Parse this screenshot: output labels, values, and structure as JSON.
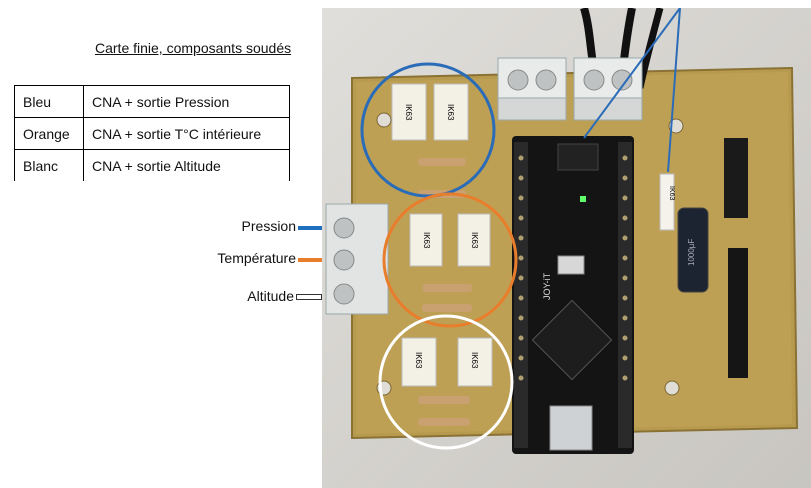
{
  "doc": {
    "title": "Carte finie, composants soudés"
  },
  "legend_table": {
    "rows": [
      {
        "color": "Bleu",
        "desc": "CNA + sortie Pression"
      },
      {
        "color": "Orange",
        "desc": "CNA + sortie T°C intérieure"
      },
      {
        "color": "Blanc",
        "desc": "CNA + sortie Altitude"
      }
    ]
  },
  "signals": [
    {
      "label": "Pression",
      "line_color": "#1f6fbf"
    },
    {
      "label": "Température",
      "line_color": "#e87d2c"
    },
    {
      "label": "Altitude",
      "line_color": "#ffffff"
    }
  ],
  "board": {
    "component_labels": [
      "IK63",
      "IK63",
      "IK63",
      "IK63",
      "IK63",
      "IK63",
      "IK63"
    ],
    "mcu_label": "JOY-iT"
  },
  "colors": {
    "blue_circle": "#2a6cb8",
    "orange_circle": "#e87d2c",
    "white_circle": "#ffffff"
  }
}
